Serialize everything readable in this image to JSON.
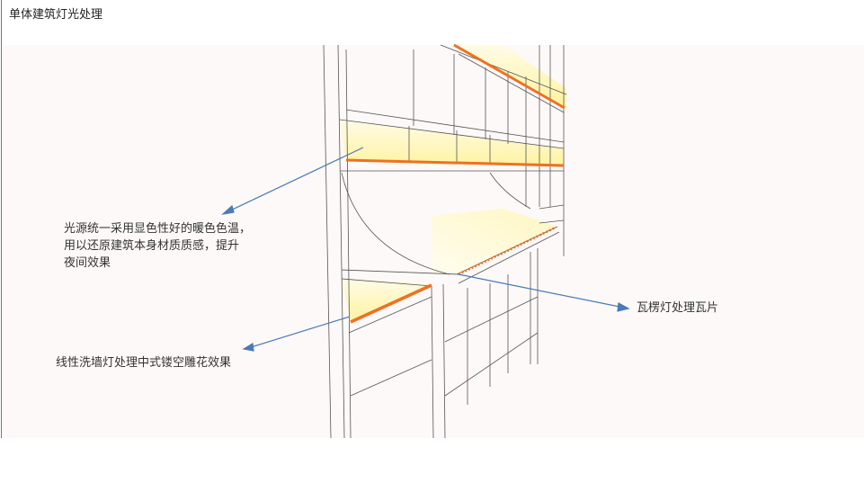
{
  "title": "单体建筑灯光处理",
  "annotations": {
    "warm_light": [
      "光源统一采用显色性好的暖色色温，",
      "用以还原建筑本身材质质感，提升",
      "夜间效果"
    ],
    "tile_light": "瓦楞灯处理瓦片",
    "wall_washer": "线性洗墙灯处理中式镂空雕花效果"
  },
  "colors": {
    "arrow": "#4a7ab8",
    "light_strip": "#f07020",
    "glow": "#fff7b0"
  }
}
